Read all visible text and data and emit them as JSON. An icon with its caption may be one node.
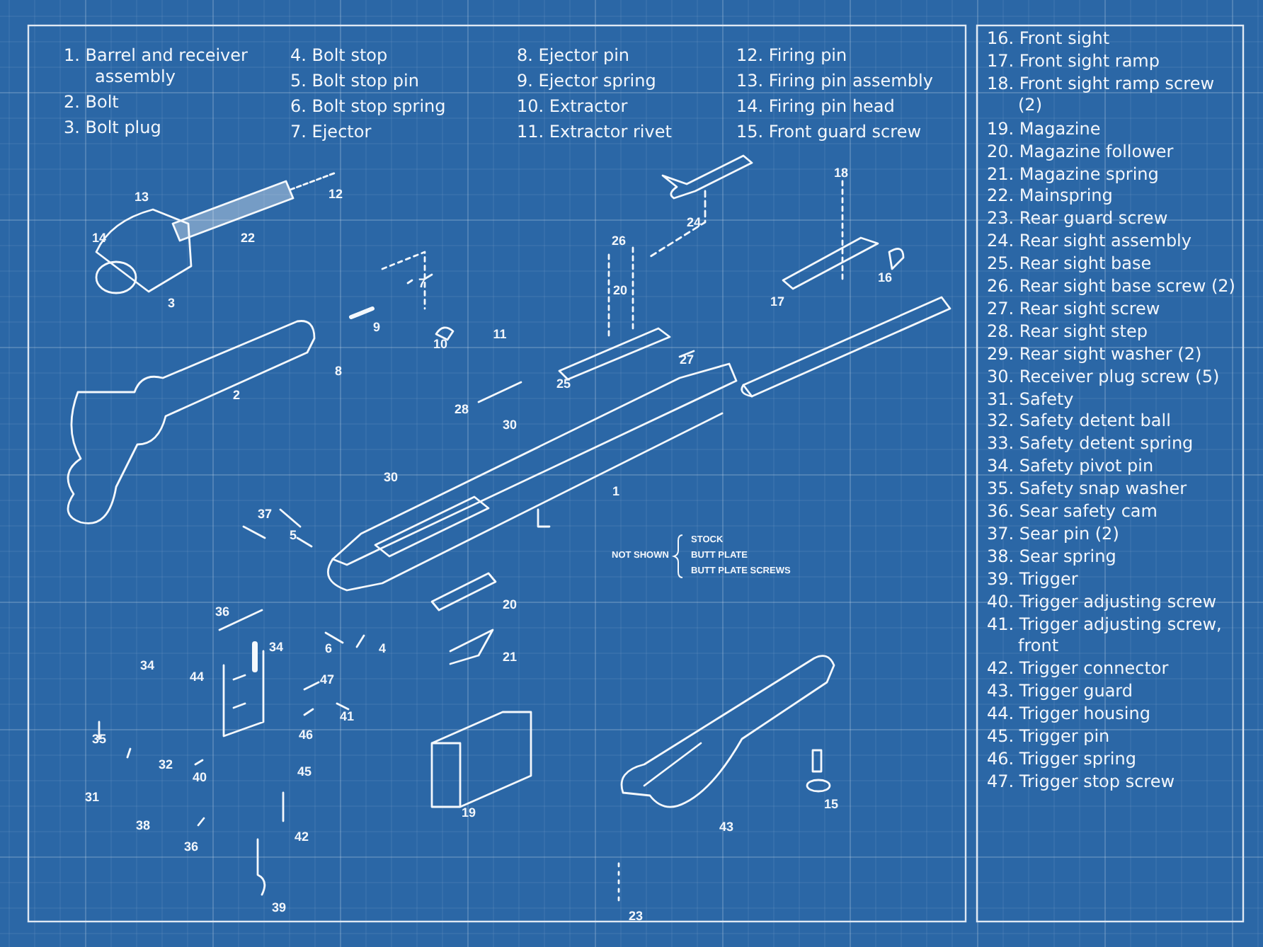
{
  "diagram": {
    "labels": [
      "1. Barrel and receiver assembly",
      "2. Bolt",
      "3. Bolt plug",
      "4. Bolt stop",
      "5. Bolt stop pin",
      "6. Bolt stop spring",
      "7. Ejector",
      "8. Ejector pin",
      "9. Ejector spring",
      "10. Extractor",
      "11. Extractor rivet",
      "12. Firing pin",
      "13. Firing pin assembly",
      "14. Firing pin head",
      "15. Front guard screw",
      "16. Front sight",
      "17. Front sight ramp",
      "18. Front sight ramp screw (2)",
      "19. Magazine",
      "20. Magazine follower",
      "21. Magazine spring",
      "22. Mainspring",
      "23. Rear guard screw",
      "24. Rear sight assembly",
      "25. Rear sight base",
      "26. Rear sight base screw (2)",
      "27. Rear sight screw",
      "28. Rear sight step",
      "29. Rear sight washer (2)",
      "30. Receiver plug screw (5)",
      "31. Safety",
      "32. Safety detent ball",
      "33. Safety detent spring",
      "34. Safety pivot pin",
      "35. Safety snap washer",
      "36. Sear safety cam",
      "37. Sear pin (2)",
      "38. Sear spring",
      "39. Trigger",
      "40. Trigger adjusting screw",
      "41. Trigger adjusting screw, front",
      "42. Trigger connector",
      "43. Trigger guard",
      "44. Trigger housing",
      "45. Trigger pin",
      "46. Trigger spring",
      "47. Trigger stop screw",
      "13",
      "12",
      "14",
      "22",
      "3",
      "18",
      "24",
      "26",
      "16",
      "17",
      "7",
      "9",
      "20",
      "10",
      "11",
      "8",
      "27",
      "25",
      "2",
      "28",
      "30",
      "30",
      "1",
      "37",
      "5",
      "36",
      "34",
      "6",
      "4",
      "20",
      "34",
      "44",
      "21",
      "47",
      "41",
      "46",
      "35",
      "32",
      "40",
      "45",
      "31",
      "38",
      "19",
      "43",
      "15",
      "36",
      "42",
      "39",
      "23",
      "NOT SHOWN",
      "STOCK",
      "BUTT PLATE",
      "BUTT PLATE SCREWS"
    ]
  }
}
